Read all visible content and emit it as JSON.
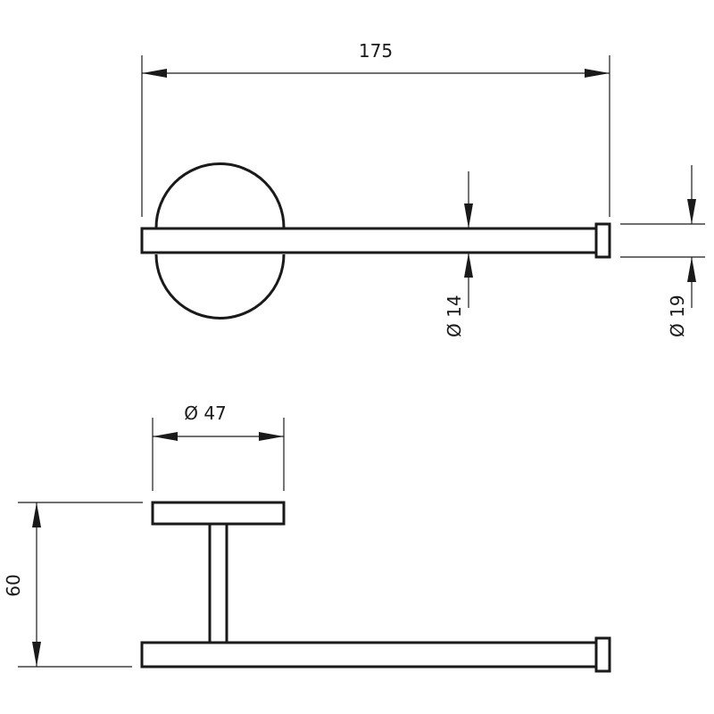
{
  "dimensions": {
    "overall_length": "175",
    "rod_diameter": "Ø 14",
    "end_cap_diameter": "Ø 19",
    "base_diameter": "Ø 47",
    "projection": "60"
  },
  "colors": {
    "line": "#1a1a1a",
    "background": "#ffffff"
  }
}
